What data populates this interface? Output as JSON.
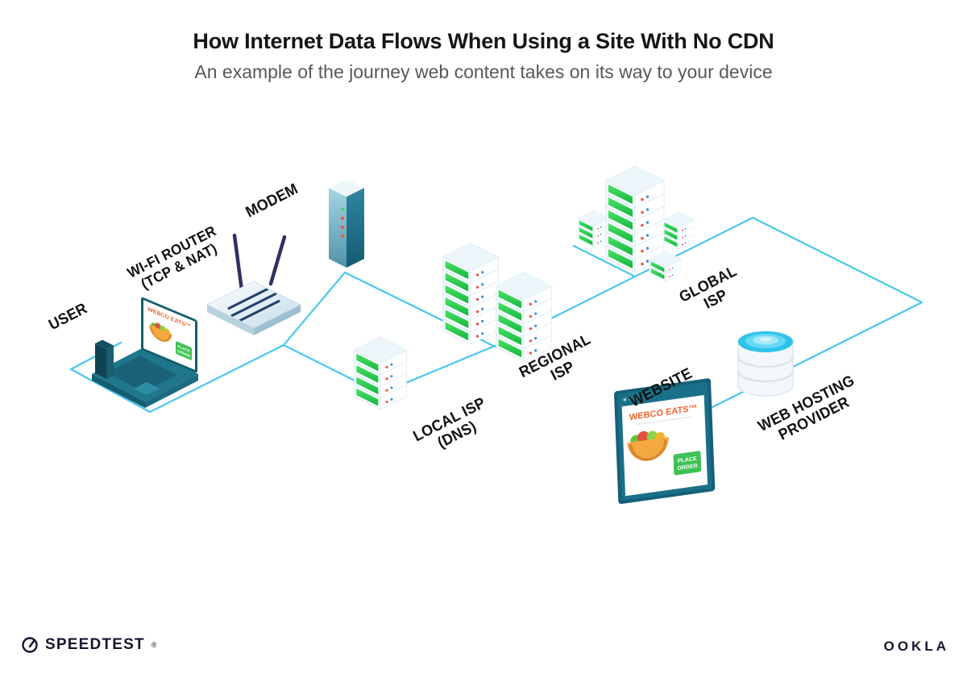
{
  "header": {
    "title": "How Internet Data Flows When Using a Site With No CDN",
    "subtitle": "An example of the journey web content takes on its way to your device"
  },
  "labels": {
    "user": "USER",
    "router_line1": "WI-FI ROUTER",
    "router_line2": "(TCP & NAT)",
    "modem": "MODEM",
    "local_isp_line1": "LOCAL ISP",
    "local_isp_line2": "(DNS)",
    "regional_isp_line1": "REGIONAL",
    "regional_isp_line2": "ISP",
    "global_isp_line1": "GLOBAL",
    "global_isp_line2": "ISP",
    "website": "WEBSITE",
    "web_host_line1": "WEB HOSTING",
    "web_host_line2": "PROVIDER"
  },
  "laptop_screen": {
    "brand": "WEBCO EATS™",
    "button_line1": "PLACE",
    "button_line2": "ORDER"
  },
  "website_window": {
    "brand": "WEBCO EATS™",
    "button_line1": "PLACE",
    "button_line2": "ORDER"
  },
  "footer": {
    "speedtest": "SPEEDTEST",
    "speedtest_mark": "®",
    "ookla": "OOKLA"
  },
  "colors": {
    "line_cyan": "#4cc7ec",
    "teal_dark": "#15586b",
    "server_green": "#2ecc4e",
    "brand_orange": "#f2632a",
    "ink": "#17152e"
  }
}
